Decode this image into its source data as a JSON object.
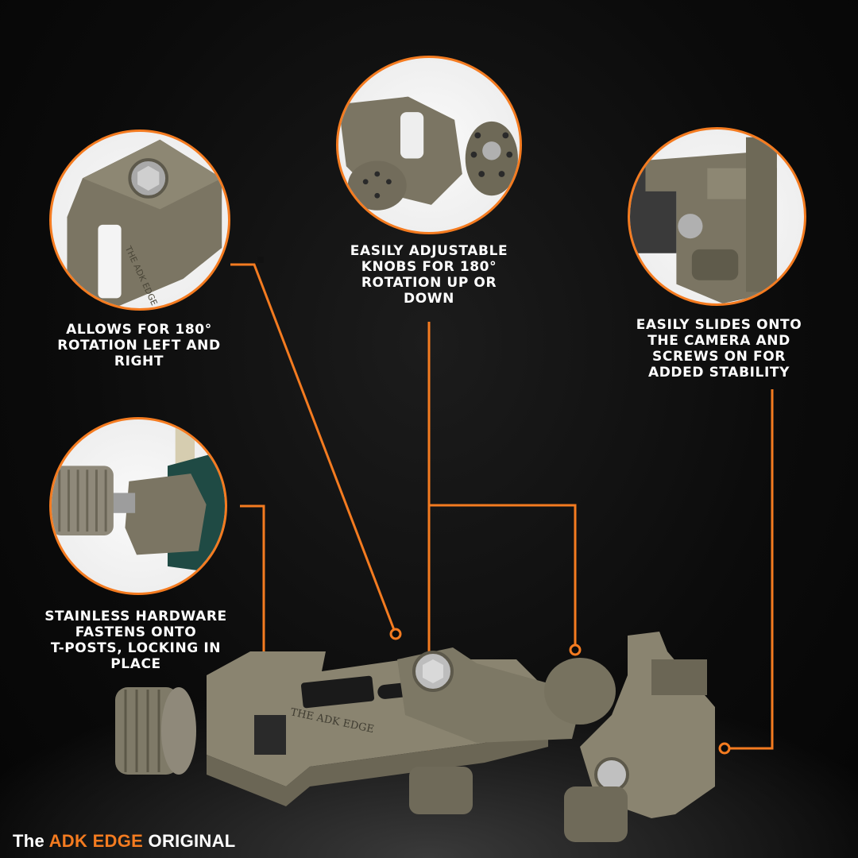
{
  "accent_color": "#f47b20",
  "features": [
    {
      "id": "rotation-left-right",
      "caption": "ALLOWS FOR 180°\nROTATION LEFT AND\nRIGHT"
    },
    {
      "id": "adjustable-knobs",
      "caption": "EASILY ADJUSTABLE\nKNOBS FOR 180°\nROTATION UP OR\nDOWN"
    },
    {
      "id": "slides-onto-camera",
      "caption": "EASILY SLIDES ONTO\nTHE CAMERA AND\nSCREWS ON FOR\nADDED STABILITY"
    },
    {
      "id": "stainless-hardware",
      "caption": "STAINLESS HARDWARE\nFASTENS ONTO\nT-POSTS, LOCKING IN\nPLACE"
    }
  ],
  "product_engraving": "THE ADK EDGE",
  "brand": {
    "prefix": "The ",
    "name": "ADK EDGE",
    "suffix": " ORIGINAL"
  }
}
